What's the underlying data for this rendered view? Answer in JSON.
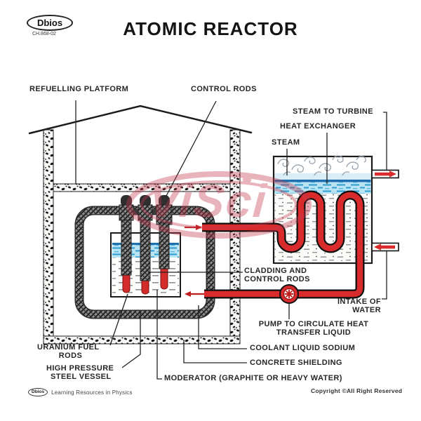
{
  "header": {
    "logo": "Dbios",
    "logo_code": "CH.868-02",
    "title": "ATOMIC REACTOR"
  },
  "labels": {
    "refuelling_platform": "REFUELLING PLATFORM",
    "control_rods": "CONTROL RODS",
    "steam_to_turbine": "STEAM TO TURBINE",
    "heat_exchanger": "HEAT EXCHANGER",
    "steam": "STEAM",
    "cladding_line1": "CLADDING AND",
    "cladding_line2": "CONTROL RODS",
    "intake_line1": "INTAKE OF",
    "intake_line2": "WATER",
    "pump_line1": "PUMP TO CIRCULATE HEAT",
    "pump_line2": "TRANSFER LIQUID",
    "uranium_line1": "URANIUM FUEL",
    "uranium_line2": "RODS",
    "vessel_line1": "HIGH PRESSURE",
    "vessel_line2": "STEEL VESSEL",
    "moderator": "MODERATOR (GRAPHITE OR HEAVY WATER)",
    "coolant": "COOLANT LIQUID SODIUM",
    "concrete": "CONCRETE SHIELDING"
  },
  "watermark": "ViSci",
  "footer": {
    "logo": "Dbios",
    "left": "Learning Resources in Physics",
    "right": "Copyright ©All Right Reserved"
  },
  "colors": {
    "ink": "#1f1f1f",
    "pipe_red": "#d92b2b",
    "fuel_red": "#d42b2b",
    "steel_gray": "#3a3a3a",
    "water_blue": "#b8e4f4",
    "water_stripe": "#2f9cd0",
    "water_edge": "#1f6fae",
    "watermark_red": "#c5394f"
  }
}
